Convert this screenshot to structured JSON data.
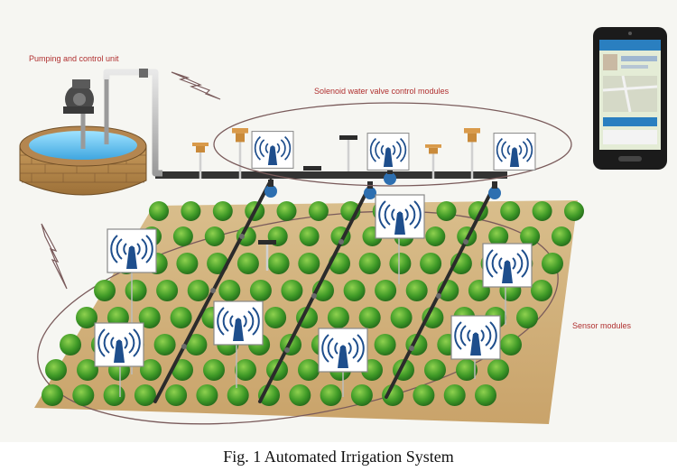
{
  "figure": {
    "labels": {
      "pump": "Pumping and control unit",
      "solenoid": "Solenoid water valve control modules",
      "sensor": "Sensor modules"
    },
    "caption": "Fig. 1 Automated Irrigation System",
    "icons": [
      "water-well-icon",
      "pump-icon",
      "sprinkler-icon",
      "solenoid-valve-icon",
      "wireless-sensor-icon",
      "smartphone-icon",
      "lightning-signal-icon",
      "shrub-icon"
    ]
  }
}
